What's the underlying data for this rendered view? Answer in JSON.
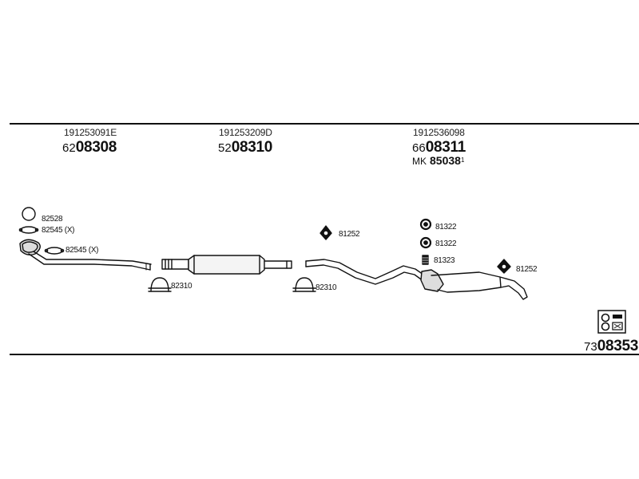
{
  "sections": [
    {
      "oe_number": "191253091E",
      "part_prefix": "62",
      "part_main": "08308"
    },
    {
      "oe_number": "191253209D",
      "part_prefix": "52",
      "part_main": "08310"
    },
    {
      "oe_number": "1912536098",
      "part_prefix": "66",
      "part_main": "08311",
      "kit_prefix": "MK",
      "kit_number": "85038",
      "kit_note": "1"
    }
  ],
  "accessories": {
    "ring_82528": "82528",
    "gasket_82545_top": "82545 (X)",
    "gasket_82545_pipe": "82545 (X)",
    "clamp_82310_a": "82310",
    "clamp_82310_b": "82310",
    "hanger_81252_a": "81252",
    "hanger_81252_b": "81252",
    "ring_81322_a": "81322",
    "ring_81322_b": "81322",
    "bolt_81323": "81323"
  },
  "mounting_kit": {
    "prefix": "73",
    "number": "08353",
    "icon": "mounting-kit-icon"
  },
  "colors": {
    "line": "#111111",
    "fill": "#bdbdbd",
    "background": "#ffffff"
  }
}
